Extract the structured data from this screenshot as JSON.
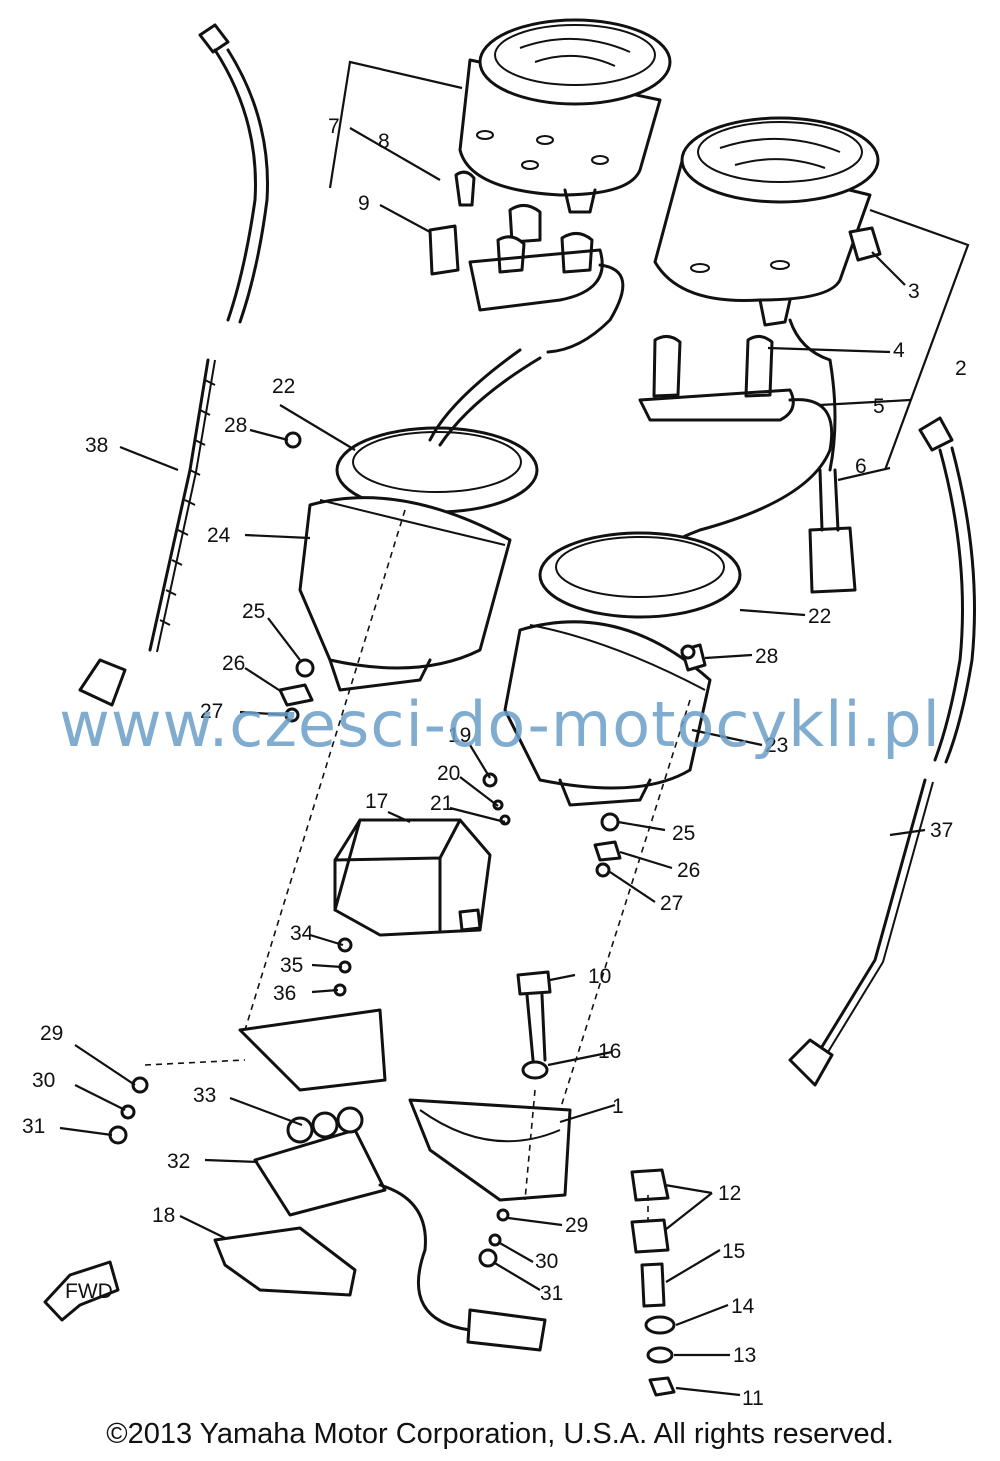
{
  "diagram": {
    "callouts": [
      "1",
      "2",
      "3",
      "4",
      "5",
      "6",
      "7",
      "8",
      "9",
      "10",
      "11",
      "12",
      "13",
      "14",
      "15",
      "16",
      "17",
      "18",
      "19",
      "20",
      "21",
      "22",
      "22",
      "23",
      "24",
      "25",
      "25",
      "26",
      "26",
      "27",
      "27",
      "28",
      "28",
      "29",
      "29",
      "30",
      "30",
      "31",
      "31",
      "32",
      "33",
      "34",
      "35",
      "36",
      "37",
      "38"
    ],
    "fwd_label": "FWD"
  },
  "watermark": "www.czesci-do-motocykli.pl",
  "copyright": "©2013 Yamaha Motor Corporation, U.S.A. All rights reserved."
}
